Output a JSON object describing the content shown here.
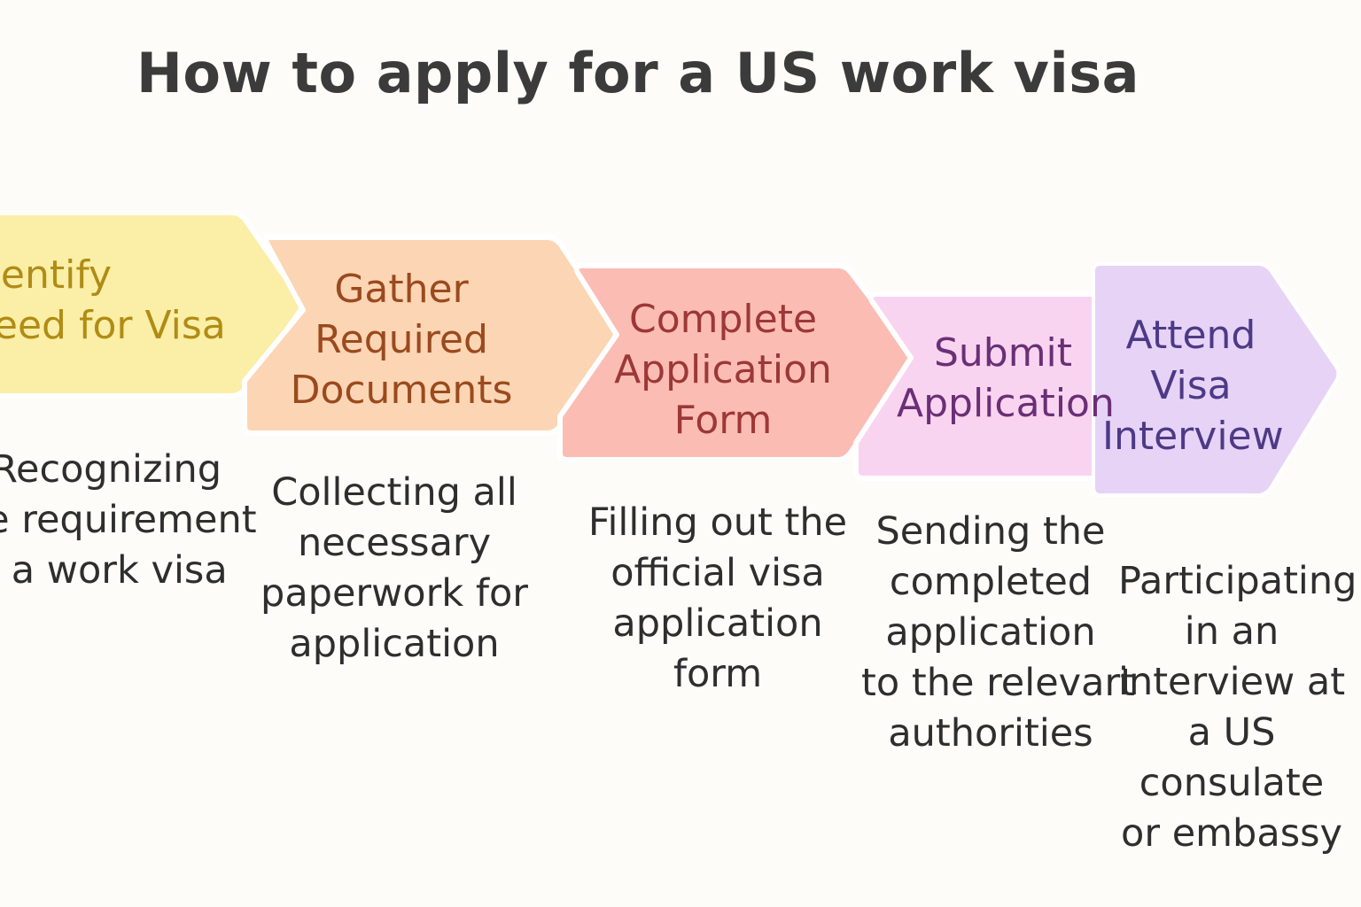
{
  "title": "How to apply for a US work visa",
  "steps": [
    {
      "label": "Identify\nNeed for Visa",
      "description": "Recognizing\nthe requirement\nfor a work visa",
      "fill": "#fbeea6",
      "text_color": "#b08c16"
    },
    {
      "label": "Gather\nRequired\nDocuments",
      "description": "Collecting all\nnecessary\npaperwork for\napplication",
      "fill": "#fcd5b4",
      "text_color": "#9a4a1e"
    },
    {
      "label": "Complete\nApplication\nForm",
      "description": "Filling out the\nofficial visa\napplication\nform",
      "fill": "#fbbcb4",
      "text_color": "#9c3836"
    },
    {
      "label": "Submit\nApplication",
      "description": "Sending the\ncompleted\napplication\nto the relevart\nauthorities",
      "fill": "#f9d4f0",
      "text_color": "#6a2f76"
    },
    {
      "label": "Attend\nVisa\nInterview",
      "description": "Participating\nin an\ninterview at\na US\nconsulate\nor embassy",
      "fill": "#e6d3f6",
      "text_color": "#4d3a86"
    }
  ]
}
